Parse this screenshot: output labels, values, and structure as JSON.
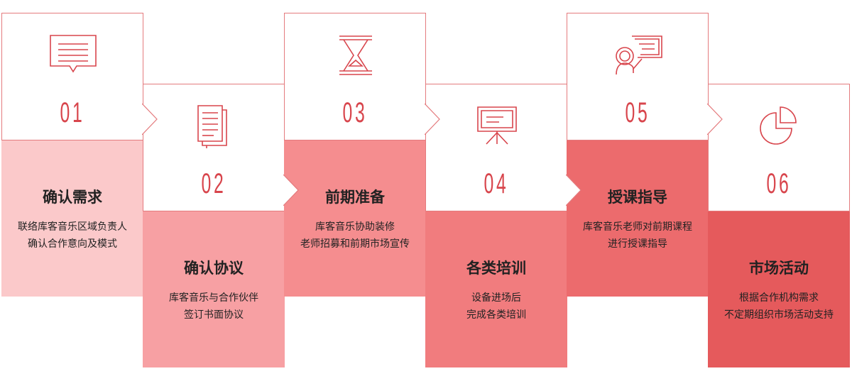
{
  "steps": [
    {
      "num": "01",
      "title": "确认需求",
      "desc": [
        "联络库客音乐区域负责人",
        "确认合作意向及模式"
      ],
      "icon": "chat-bubble-icon",
      "color": "#fbc9ca"
    },
    {
      "num": "02",
      "title": "确认协议",
      "desc": [
        "库客音乐与合作伙伴",
        "签订书面协议"
      ],
      "icon": "documents-icon",
      "color": "#f7a0a3"
    },
    {
      "num": "03",
      "title": "前期准备",
      "desc": [
        "库客音乐协助装修",
        "老师招募和前期市场宣传"
      ],
      "icon": "hourglass-icon",
      "color": "#f58d8f"
    },
    {
      "num": "04",
      "title": "各类培训",
      "desc": [
        "设备进场后",
        "完成各类培训"
      ],
      "icon": "presentation-board-icon",
      "color": "#f17c7e"
    },
    {
      "num": "05",
      "title": "授课指导",
      "desc": [
        "库客音乐老师对前期课程",
        "进行授课指导"
      ],
      "icon": "teacher-icon",
      "color": "#ec6b6d"
    },
    {
      "num": "06",
      "title": "市场活动",
      "desc": [
        "根据合作机构需求",
        "不定期组织市场活动支持"
      ],
      "icon": "pie-chart-icon",
      "color": "#e55a5c"
    }
  ]
}
